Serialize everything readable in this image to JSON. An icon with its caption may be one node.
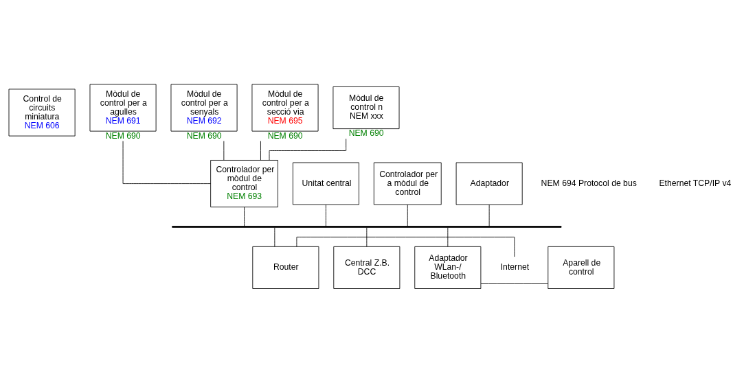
{
  "diagram": {
    "nodes": [
      {
        "text": [
          "Control de circuits miniatura",
          "NEM 606"
        ]
      },
      {
        "text": [
          "Mòdul de control per a agulles",
          "NEM 691"
        ],
        "beside": [
          "NEM 690"
        ]
      },
      {
        "text": [
          "Mòdul de control per a senyals",
          "NEM 692"
        ],
        "beside": [
          "NEM 690"
        ]
      },
      {
        "text": [
          "Mòdul de control per a secció via",
          "NEM 695"
        ],
        "beside": [
          "NEM 690"
        ]
      },
      {
        "text": [
          "Mòdul de control n",
          "NEM xxx"
        ],
        "beside": [
          "NEM 690"
        ]
      },
      {
        "text": [
          "Unitat central"
        ]
      },
      {
        "text": [
          "Controlador per mòdul de control",
          "NEM 693"
        ]
      },
      {
        "text": [
          "Controlador per a mòdul de control"
        ]
      },
      {
        "text": [
          "Adaptador"
        ]
      },
      {
        "text": [
          "Internet"
        ]
      },
      {
        "text": [
          "Router"
        ]
      },
      {
        "text": [
          "Central Z.B. DCC"
        ]
      },
      {
        "text": [
          "Adaptador WLan-/ Bluetooth"
        ]
      },
      {
        "text": [
          "Aparell de control"
        ]
      },
      {
        "text": [],
        "shape": "bar"
      }
    ],
    "edges": [
      {
        "from": 1,
        "to": 6,
        "arrow": "none"
      },
      {
        "from": 2,
        "to": 6,
        "arrow": "none"
      },
      {
        "from": 3,
        "to": 6,
        "arrow": "none"
      },
      {
        "from": 4,
        "to": 6,
        "arrow": "none"
      },
      {
        "from": 5,
        "to": 14,
        "arrow": "none"
      },
      {
        "from": 6,
        "to": 14,
        "arrow": "none"
      },
      {
        "from": 7,
        "to": 14,
        "arrow": "none"
      },
      {
        "from": 8,
        "to": 14,
        "arrow": "none"
      },
      {
        "from": 14,
        "to": 10,
        "arrow": "none"
      },
      {
        "from": 14,
        "to": 11,
        "arrow": "none"
      },
      {
        "from": 14,
        "to": 12,
        "arrow": "none"
      },
      {
        "from": 9,
        "to": 10,
        "arrow": "none"
      },
      {
        "from": 12,
        "to": 13,
        "arrow": "none"
      }
    ],
    "labels": [
      "NEM 694 Protocol de bus",
      "Ethernet TCP/IP v4"
    ]
  }
}
